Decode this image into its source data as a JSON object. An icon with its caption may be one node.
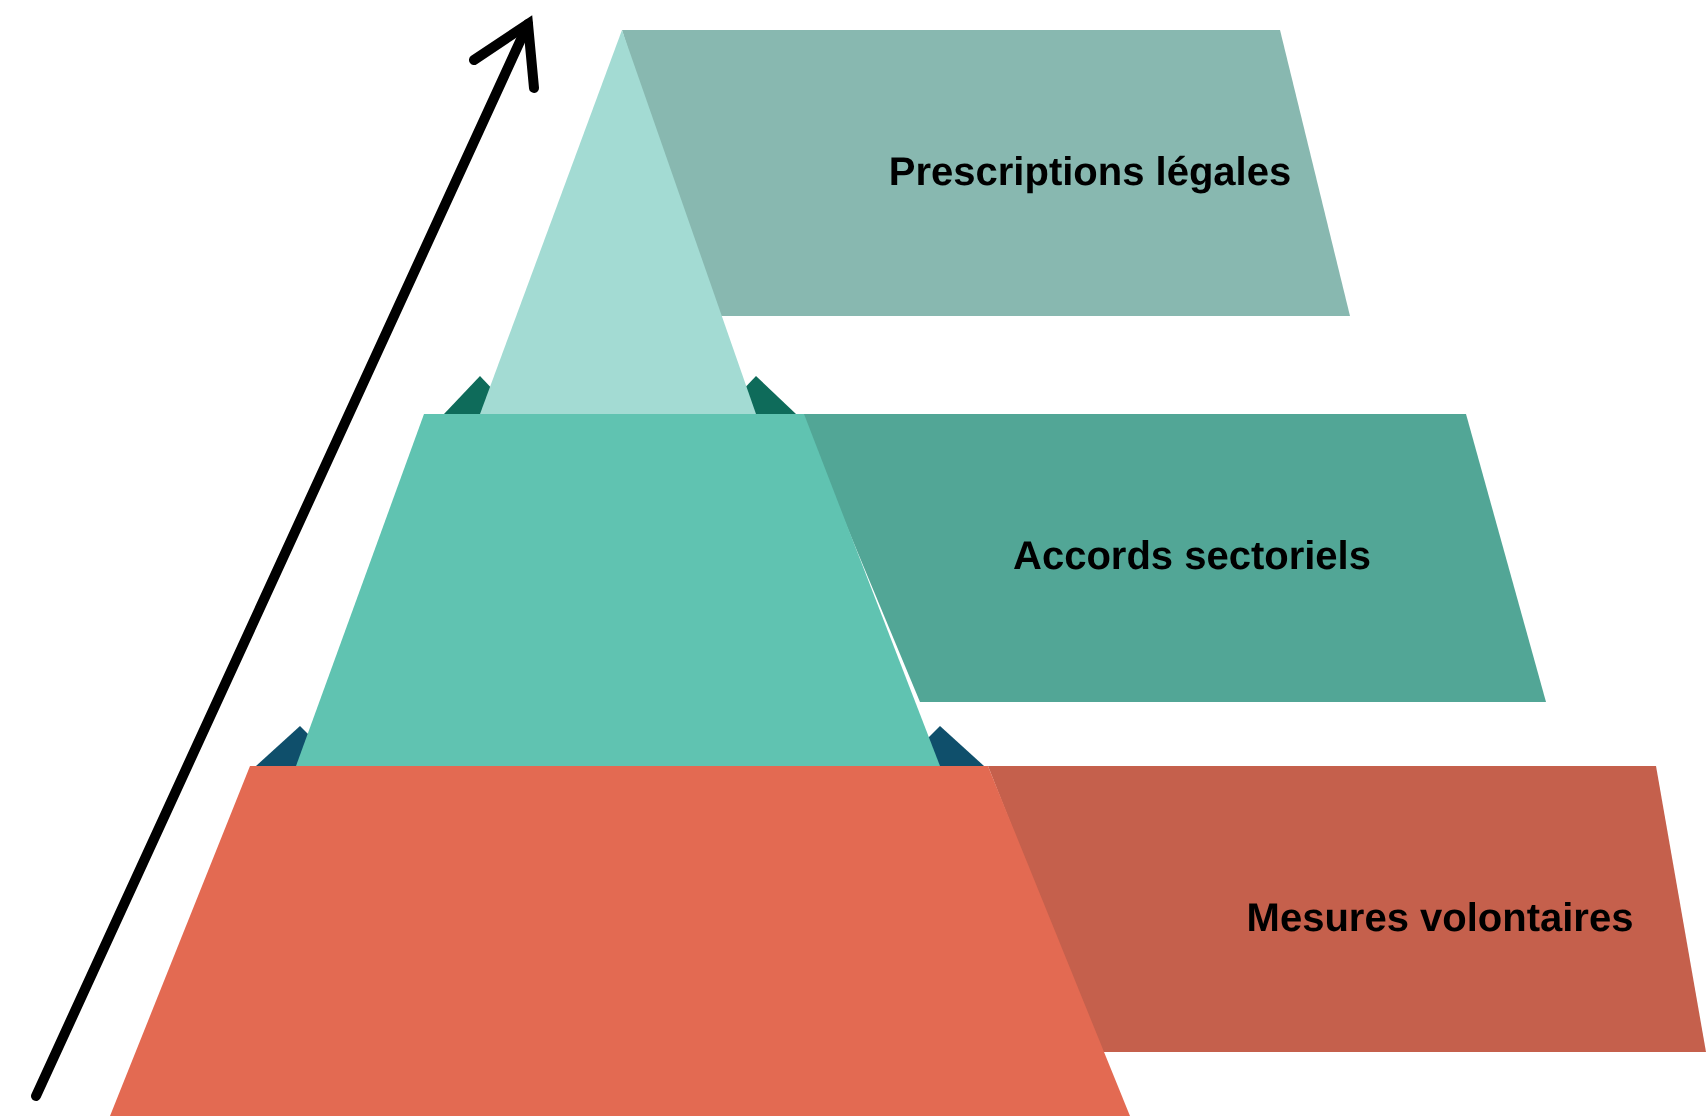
{
  "diagram": {
    "nodes": [
      {
        "text": [
          "Prescriptions légales"
        ]
      },
      {
        "text": [
          "Accords sectoriels"
        ]
      },
      {
        "text": [
          "Mesures volontaires"
        ]
      }
    ]
  }
}
